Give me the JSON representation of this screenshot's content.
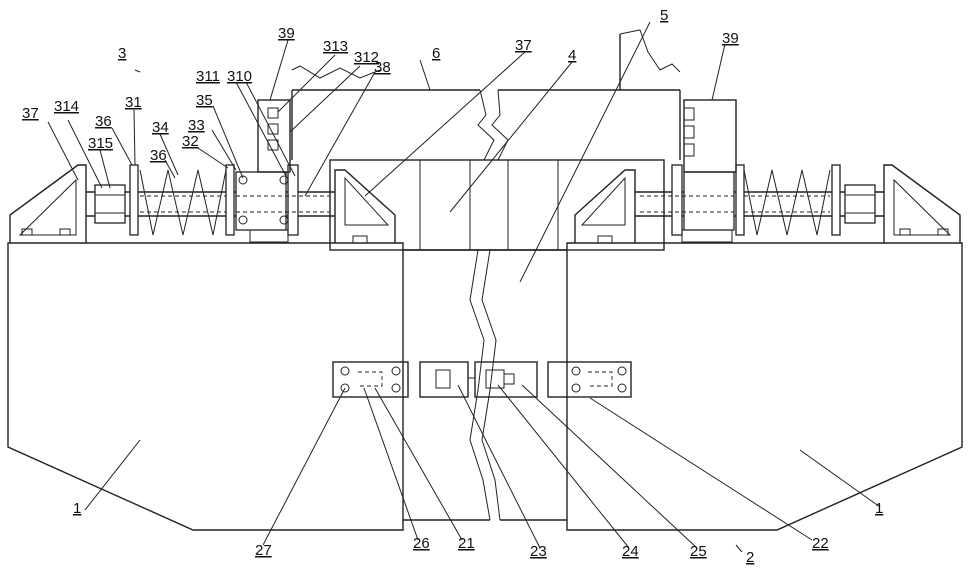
{
  "labels": {
    "l1_left": "1",
    "l1_right": "1",
    "l2": "2",
    "l3": "3",
    "l4": "4",
    "l5": "5",
    "l6": "6",
    "l21": "21",
    "l22": "22",
    "l23": "23",
    "l24": "24",
    "l25": "25",
    "l26": "26",
    "l27": "27",
    "l31": "31",
    "l32": "32",
    "l33": "33",
    "l34": "34",
    "l35": "35",
    "l36a": "36",
    "l36b": "36",
    "l37a": "37",
    "l37b": "37",
    "l38": "38",
    "l39a": "39",
    "l39b": "39",
    "l310": "310",
    "l311": "311",
    "l312": "312",
    "l313": "313",
    "l314": "314",
    "l315": "315"
  }
}
